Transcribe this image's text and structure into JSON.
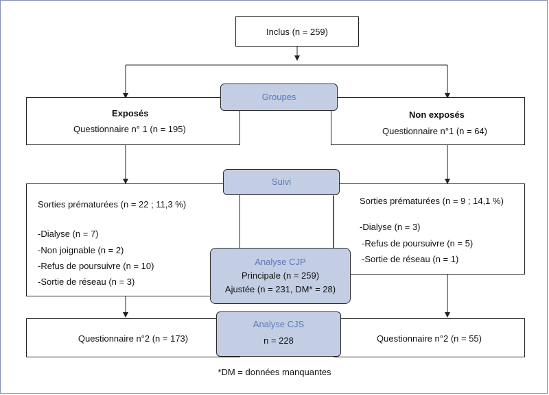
{
  "included": {
    "label": "Inclus (n = 259)"
  },
  "groups": {
    "label": "Groupes"
  },
  "exposed": {
    "title": "Exposés",
    "questionnaire": "Questionnaire n° 1 (n = 195)"
  },
  "non_exposed": {
    "title": "Non exposés",
    "questionnaire": "Questionnaire n°1 (n = 64)"
  },
  "follow_up": {
    "label": "Suivi"
  },
  "exposed_exits": {
    "summary": "Sorties prématurées (n = 22 ; 11,3 %)",
    "items": [
      "-Dialyse (n = 7)",
      "-Non joignable (n = 2)",
      "-Refus de poursuivre (n = 10)",
      "-Sortie de réseau (n = 3)"
    ]
  },
  "non_exposed_exits": {
    "summary": "Sorties prématurées (n = 9 ; 14,1 %)",
    "items": [
      "-Dialyse (n = 3)",
      "-Refus de poursuivre (n = 5)",
      "-Sortie de réseau (n = 1)"
    ]
  },
  "analysis_cjp": {
    "title": "Analyse CJP",
    "main": "Principale (n = 259)",
    "adjusted": "Ajustée (n = 231, DM* = 28)"
  },
  "analysis_cjs": {
    "title": "Analyse CJS",
    "n": "n = 228"
  },
  "exposed_q2": {
    "label": "Questionnaire n°2 (n = 173)"
  },
  "non_exposed_q2": {
    "label": "Questionnaire n°2 (n = 55)"
  },
  "footnote": "*DM = données manquantes",
  "colors": {
    "pill_fill": "#c3cde3",
    "pill_title": "#5a7ab8",
    "frame": "#7f8fb0"
  }
}
